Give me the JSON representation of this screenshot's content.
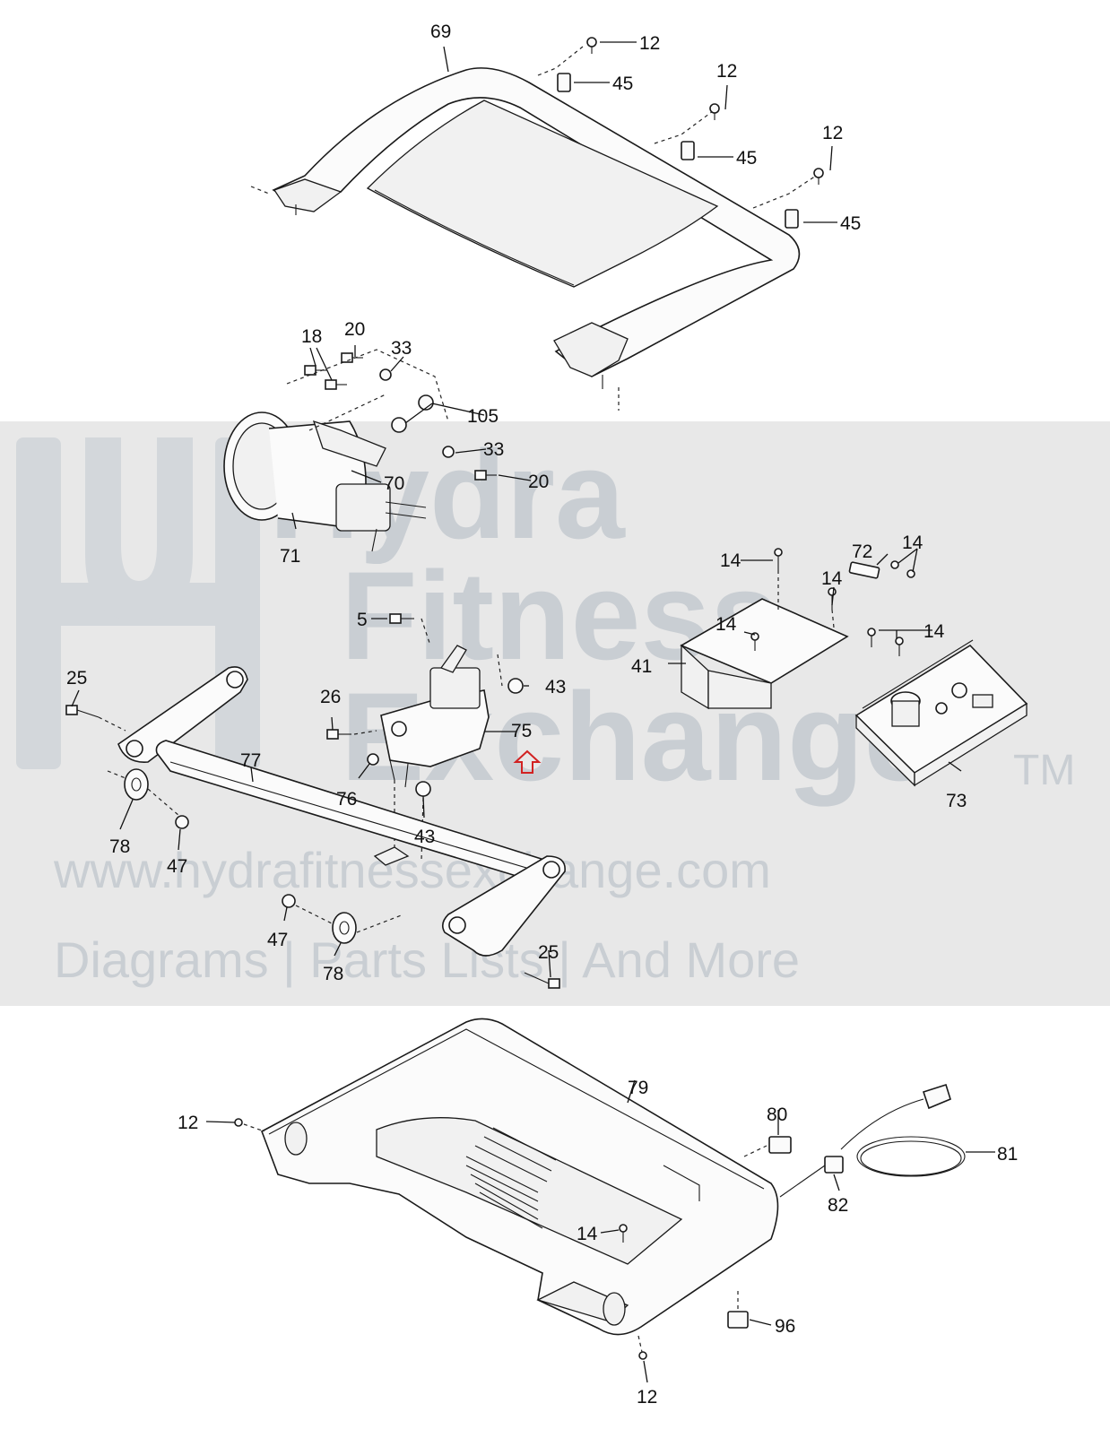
{
  "watermark": {
    "band_color": "#e8e8e8",
    "logo_color": "#d3d7db",
    "brand_line1": "Hydra",
    "brand_line2": "Fitness",
    "brand_line3": "Exchange",
    "trademark": "TM",
    "url": "www.hydrafitnessexchange.com",
    "tagline": "Diagrams | Parts Lists | And More"
  },
  "highlight_arrow_color": "#d22222",
  "callouts": [
    {
      "id": "c69",
      "label": "69"
    },
    {
      "id": "c12a",
      "label": "12"
    },
    {
      "id": "c45a",
      "label": "45"
    },
    {
      "id": "c12b",
      "label": "12"
    },
    {
      "id": "c45b",
      "label": "45"
    },
    {
      "id": "c12c",
      "label": "12"
    },
    {
      "id": "c45c",
      "label": "45"
    },
    {
      "id": "c18",
      "label": "18"
    },
    {
      "id": "c20a",
      "label": "20"
    },
    {
      "id": "c33a",
      "label": "33"
    },
    {
      "id": "c105",
      "label": "105"
    },
    {
      "id": "c33b",
      "label": "33"
    },
    {
      "id": "c20b",
      "label": "20"
    },
    {
      "id": "c70",
      "label": "70"
    },
    {
      "id": "c71",
      "label": "71"
    },
    {
      "id": "c14a",
      "label": "14"
    },
    {
      "id": "c72",
      "label": "72"
    },
    {
      "id": "c14b",
      "label": "14"
    },
    {
      "id": "c14c",
      "label": "14"
    },
    {
      "id": "c14d",
      "label": "14"
    },
    {
      "id": "c14e",
      "label": "14"
    },
    {
      "id": "c41",
      "label": "41"
    },
    {
      "id": "c73",
      "label": "73"
    },
    {
      "id": "c5",
      "label": "5"
    },
    {
      "id": "c43a",
      "label": "43"
    },
    {
      "id": "c26",
      "label": "26"
    },
    {
      "id": "c75",
      "label": "75"
    },
    {
      "id": "c76",
      "label": "76"
    },
    {
      "id": "c43b",
      "label": "43"
    },
    {
      "id": "c25a",
      "label": "25"
    },
    {
      "id": "c77",
      "label": "77"
    },
    {
      "id": "c78a",
      "label": "78"
    },
    {
      "id": "c47a",
      "label": "47"
    },
    {
      "id": "c47b",
      "label": "47"
    },
    {
      "id": "c78b",
      "label": "78"
    },
    {
      "id": "c25b",
      "label": "25"
    },
    {
      "id": "c79",
      "label": "79"
    },
    {
      "id": "c12d",
      "label": "12"
    },
    {
      "id": "c80",
      "label": "80"
    },
    {
      "id": "c81",
      "label": "81"
    },
    {
      "id": "c82",
      "label": "82"
    },
    {
      "id": "c14f",
      "label": "14"
    },
    {
      "id": "c96",
      "label": "96"
    },
    {
      "id": "c12e",
      "label": "12"
    }
  ]
}
